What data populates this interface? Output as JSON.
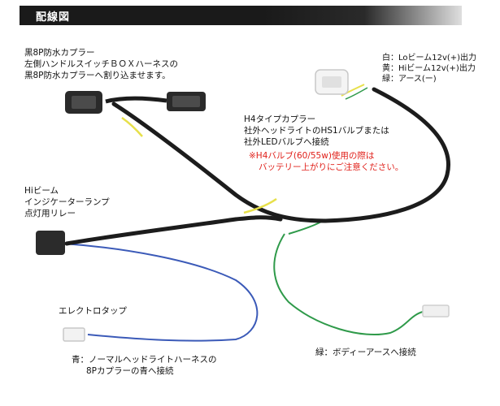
{
  "header": {
    "title": "配線図"
  },
  "labels": {
    "coupler_8p": [
      "黒8P防水カプラー",
      "左側ハンドルスイッチＢＯＸハーネスの",
      "黒8P防水カプラーへ割り込ませます。"
    ],
    "h4_coupler": [
      "H4タイプカプラー",
      "社外ヘッドライトのHS1バルブまたは",
      "社外LEDバルブへ接続"
    ],
    "h4_warning": [
      "※H4バルブ(60/55w)使用の際は",
      "バッテリー上がりにご注意ください。"
    ],
    "hi_beam_relay": [
      "Hiビーム",
      "インジケーターランプ",
      "点灯用リレー"
    ],
    "electro_tap": "エレクトロタップ",
    "blue_wire": [
      "青：ノーマルヘッドライトハーネスの",
      "8Pカプラーの青へ接続"
    ],
    "green_wire": "緑：ボディーアースへ接続",
    "output_legend": [
      "白：Loビーム12v(+)出力",
      "黄：Hiビーム12v(+)出力",
      "緑：アース(ー)"
    ]
  },
  "colors": {
    "header_bg": "#1a1a1a",
    "wire_black": "#1c1c1c",
    "wire_blue": "#3b5ab8",
    "wire_green": "#2f9a4a",
    "wire_yellow": "#e7e04a",
    "warning_red": "#e0201a"
  }
}
